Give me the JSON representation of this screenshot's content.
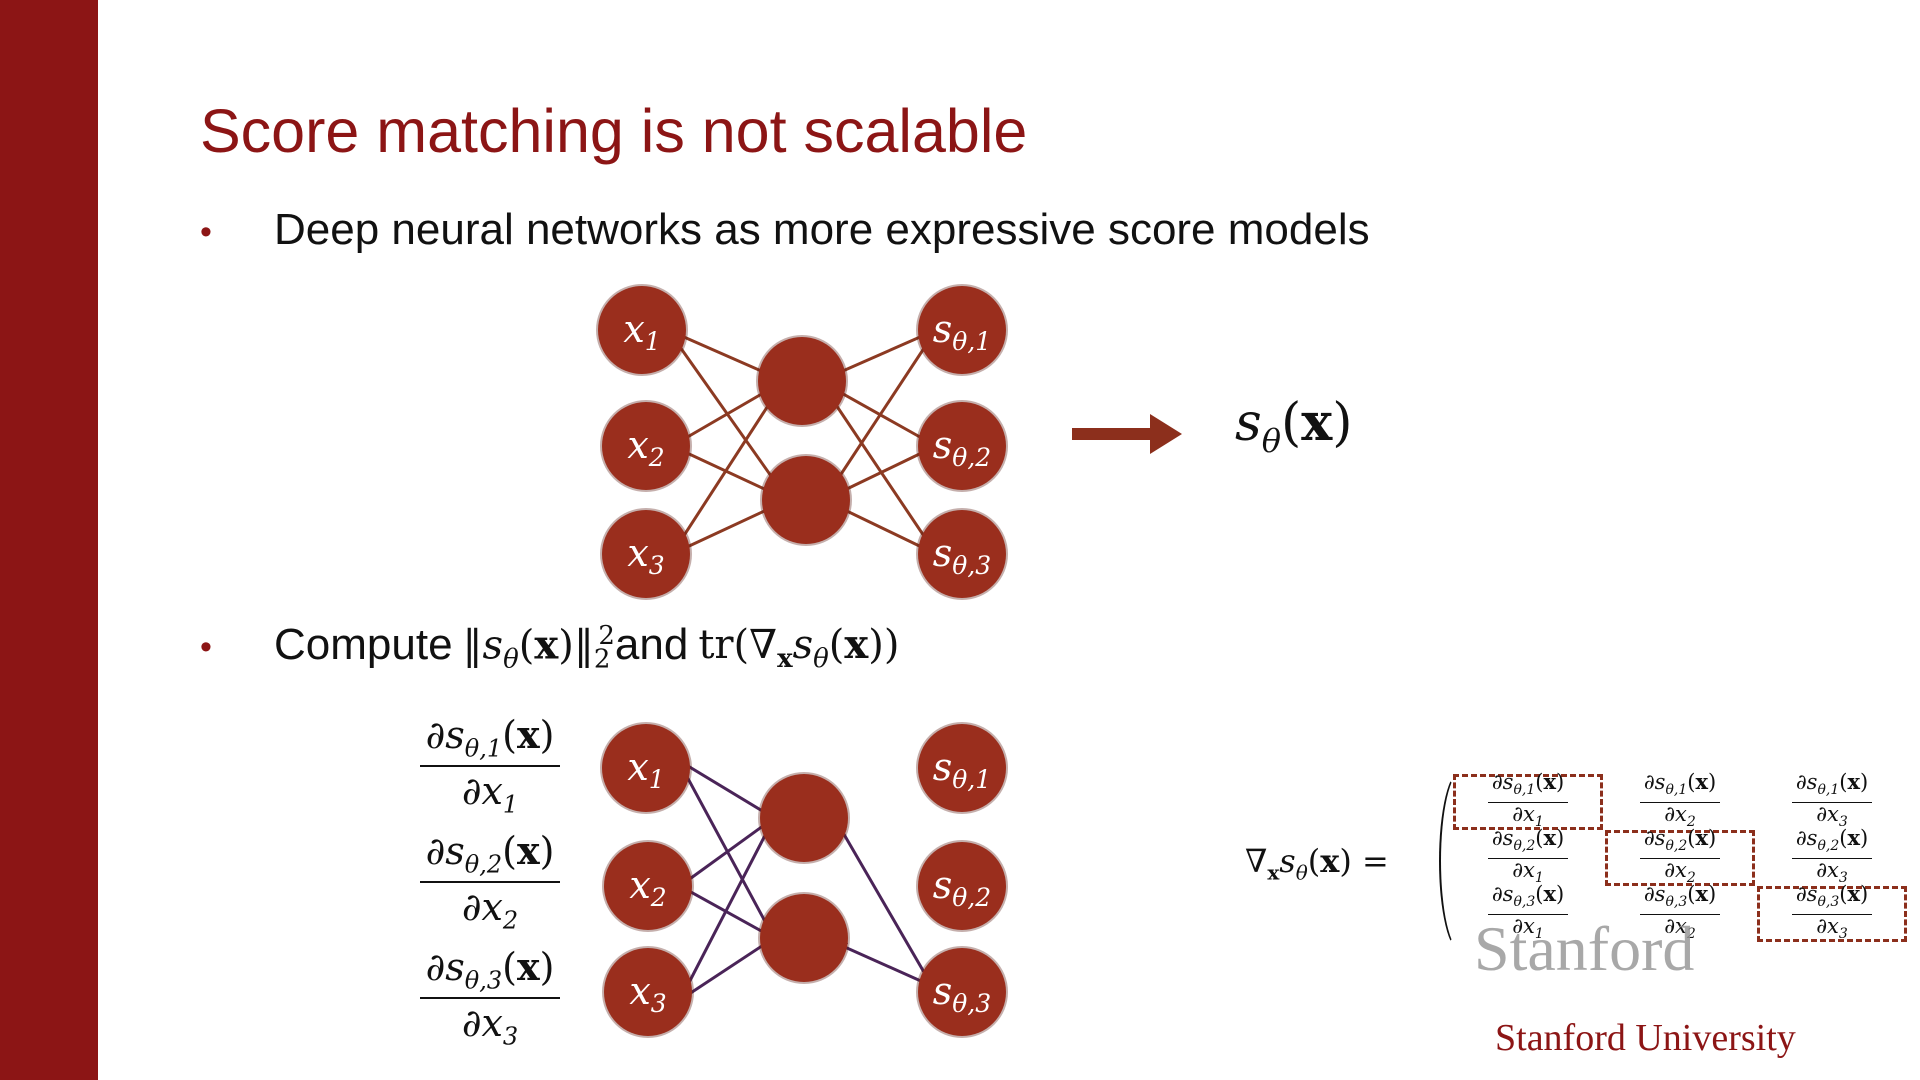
{
  "slide": {
    "title": "Score matching is not scalable",
    "bullet_symbol": "•",
    "bullet1": "Deep neural networks as more expressive score models",
    "bullet2_prefix": "Compute",
    "bullet2_mid": "and",
    "norm_open": "‖",
    "norm_close": "‖",
    "norm_sub": "2",
    "norm_sup": "2",
    "tr": "tr(∇",
    "close_tr": "))"
  },
  "math": {
    "s": "s",
    "theta": "θ",
    "x_bold": "x",
    "open": "(",
    "close": ")",
    "partial": "∂",
    "nabla": "∇",
    "equals": "="
  },
  "network_top": {
    "inputs": [
      {
        "var": "x",
        "sub": "1"
      },
      {
        "var": "x",
        "sub": "2"
      },
      {
        "var": "x",
        "sub": "3"
      }
    ],
    "outputs": [
      {
        "var": "s",
        "sub": "θ,1"
      },
      {
        "var": "s",
        "sub": "θ,2"
      },
      {
        "var": "s",
        "sub": "θ,3"
      }
    ]
  },
  "network_bottom": {
    "inputs": [
      {
        "var": "x",
        "sub": "1"
      },
      {
        "var": "x",
        "sub": "2"
      },
      {
        "var": "x",
        "sub": "3"
      }
    ],
    "outputs": [
      {
        "var": "s",
        "sub": "θ,1"
      },
      {
        "var": "s",
        "sub": "θ,2"
      },
      {
        "var": "s",
        "sub": "θ,3"
      }
    ]
  },
  "fractions": [
    {
      "num_sub": "θ,1",
      "den_sub": "1"
    },
    {
      "num_sub": "θ,2",
      "den_sub": "2"
    },
    {
      "num_sub": "θ,3",
      "den_sub": "3"
    }
  ],
  "jacobian": [
    {
      "num_sub": "θ,1",
      "den_sub": "1"
    },
    {
      "num_sub": "θ,1",
      "den_sub": "2"
    },
    {
      "num_sub": "θ,1",
      "den_sub": "3"
    },
    {
      "num_sub": "θ,2",
      "den_sub": "1"
    },
    {
      "num_sub": "θ,2",
      "den_sub": "2"
    },
    {
      "num_sub": "θ,2",
      "den_sub": "3"
    },
    {
      "num_sub": "θ,3",
      "den_sub": "1"
    },
    {
      "num_sub": "θ,3",
      "den_sub": "2"
    },
    {
      "num_sub": "θ,3",
      "den_sub": "3"
    }
  ],
  "branding": {
    "watermark": "Stanford",
    "footer": "Stanford University"
  },
  "colors": {
    "brand": "#8c1515",
    "node": "#9a2e1d",
    "edge_top": "#8c3a22",
    "edge_bottom": "#4a2458"
  }
}
